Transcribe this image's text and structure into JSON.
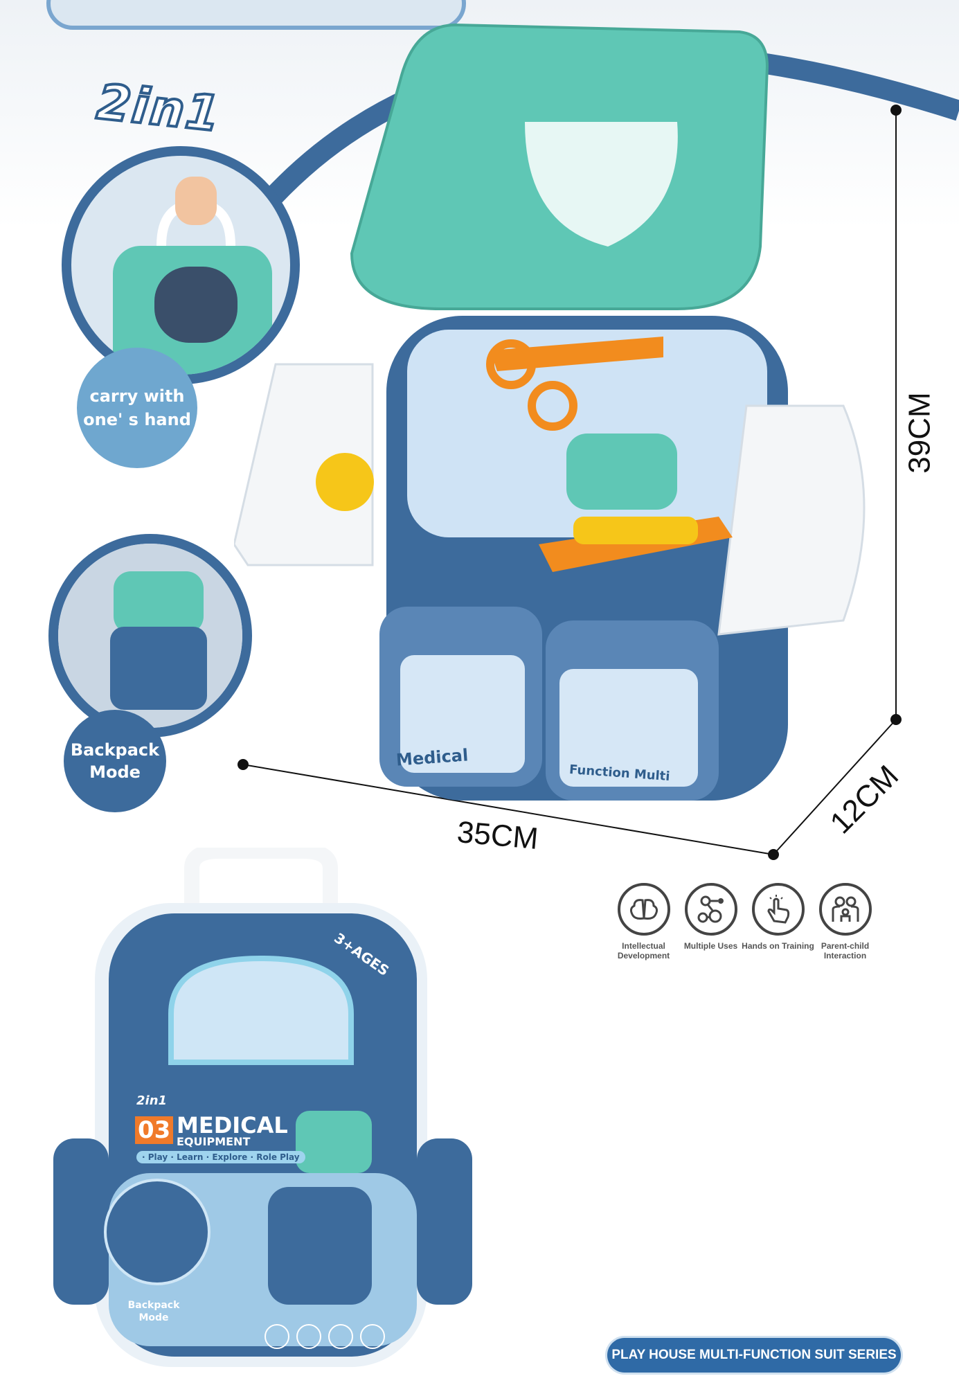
{
  "headline": "2in1",
  "carry_label": "carry with one' s hand",
  "backpack_label": "Backpack Mode",
  "dimensions": {
    "height": "39CM",
    "width": "35CM",
    "depth": "12CM"
  },
  "features": [
    {
      "icon": "brain-icon",
      "label": "Intellectual Development"
    },
    {
      "icon": "multiple-uses-icon",
      "label": "Multiple Uses"
    },
    {
      "icon": "pointing-hand-icon",
      "label": "Hands on Training"
    },
    {
      "icon": "parent-child-icon",
      "label": "Parent-child Interaction"
    }
  ],
  "box": {
    "number": "03",
    "subtitle_2in1": "2in1",
    "title": "MEDICAL",
    "title2": "EQUIPMENT",
    "tagline": "· Play · Learn · Explore · Role Play",
    "age": "3+AGES",
    "backpack_label": "Backpack Mode"
  },
  "toy_pockets": [
    "Medical",
    "Function Multi"
  ],
  "series_badge": "PLAY HOUSE MULTI-FUNCTION SUIT SERIES",
  "colors": {
    "blue": "#3d6b9c",
    "teal": "#5fc7b5",
    "orange": "#f28c1e"
  }
}
